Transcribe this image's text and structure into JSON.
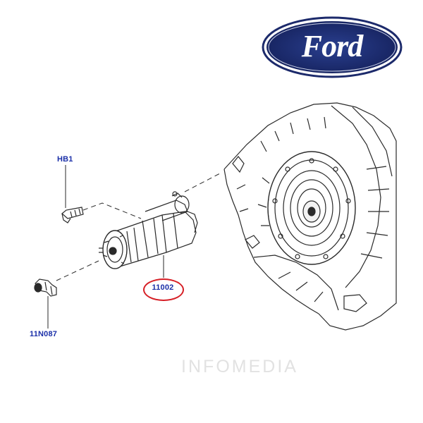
{
  "brand": {
    "logo_text": "Ford",
    "logo_color": "#1c2a6b"
  },
  "labels": {
    "bolt": "HB1",
    "starter": "11002",
    "bracket": "11N087"
  },
  "watermark": {
    "text": "INFOMEDIA"
  },
  "colors": {
    "label_blue": "#1a2fa8",
    "callout_red": "#d61f26",
    "line_art": "#2a2a2a"
  }
}
